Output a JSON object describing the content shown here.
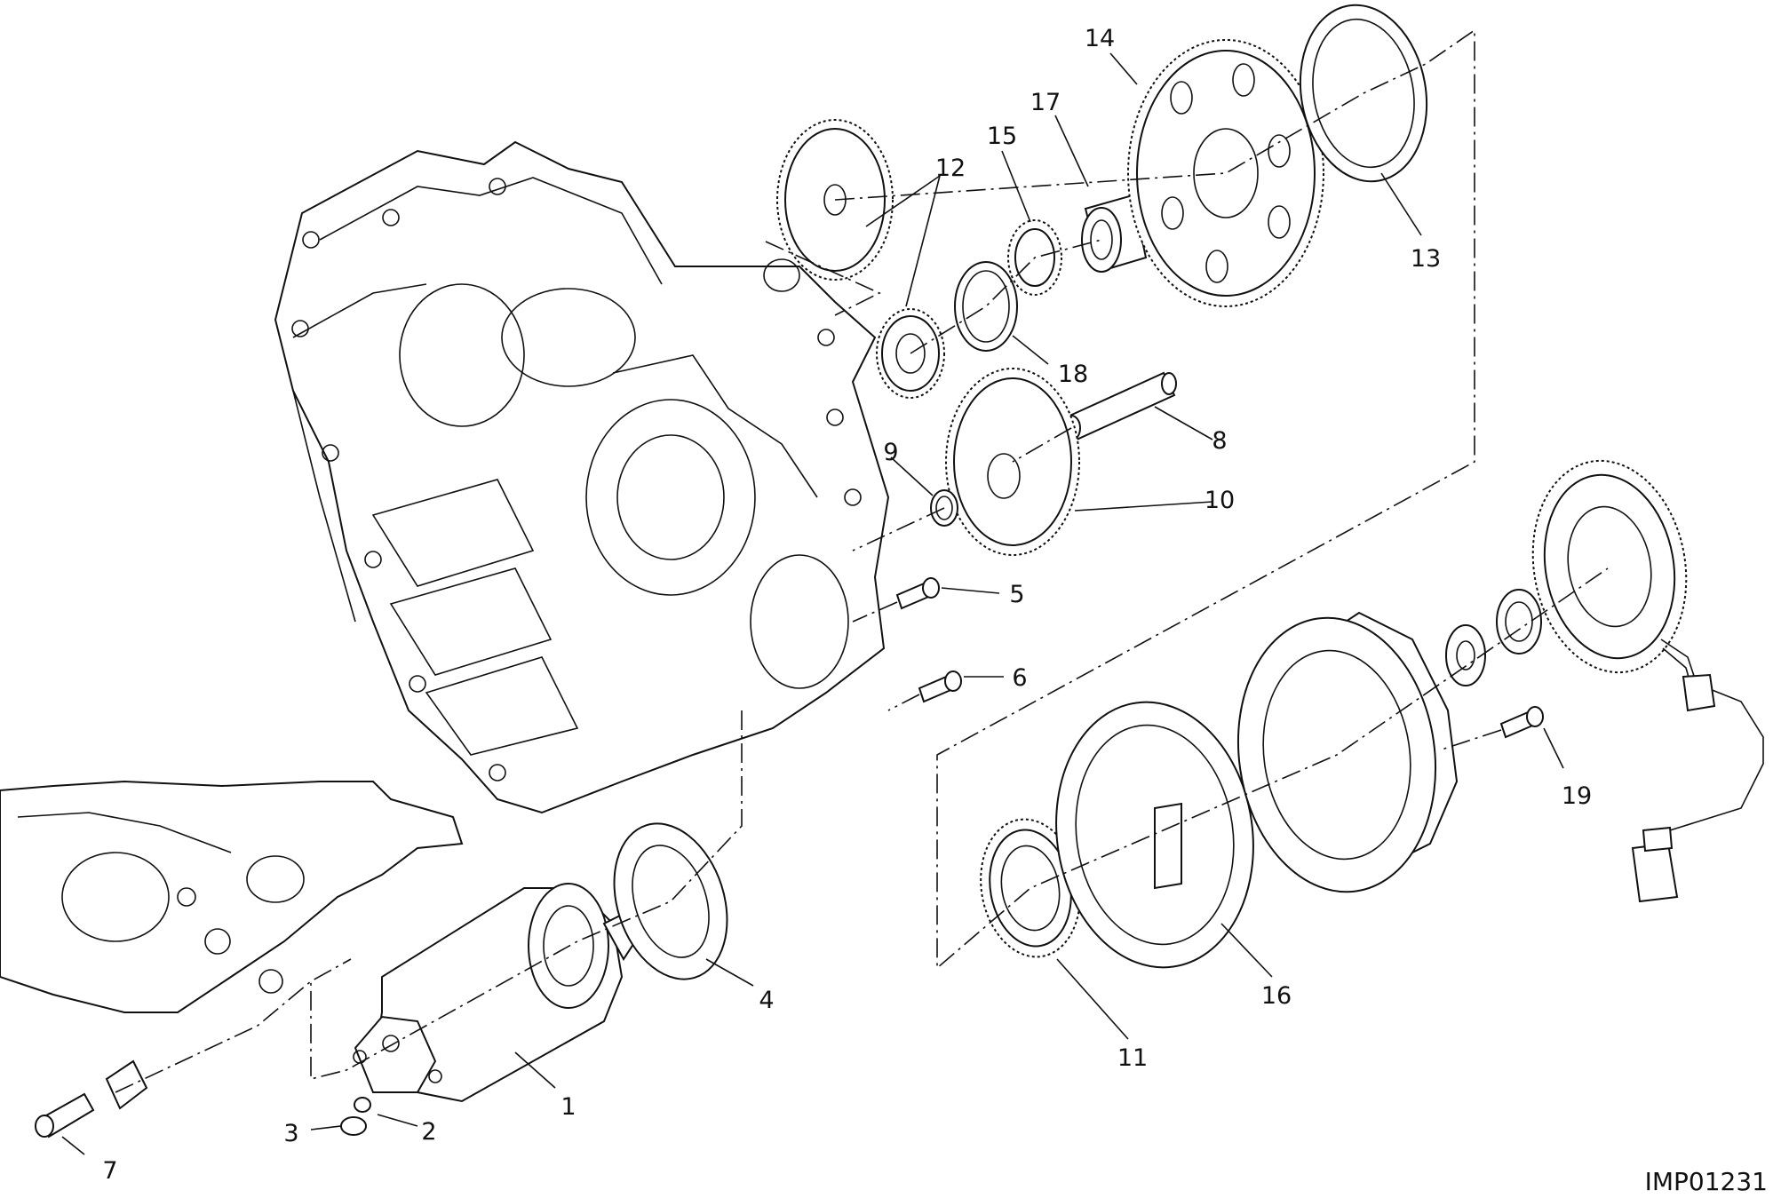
{
  "figure_ref": "IMP01231",
  "callouts": [
    {
      "n": "1"
    },
    {
      "n": "2"
    },
    {
      "n": "3"
    },
    {
      "n": "4"
    },
    {
      "n": "5"
    },
    {
      "n": "6"
    },
    {
      "n": "7"
    },
    {
      "n": "8"
    },
    {
      "n": "9"
    },
    {
      "n": "10"
    },
    {
      "n": "11"
    },
    {
      "n": "12"
    },
    {
      "n": "13"
    },
    {
      "n": "14"
    },
    {
      "n": "15"
    },
    {
      "n": "16"
    },
    {
      "n": "17"
    },
    {
      "n": "18"
    },
    {
      "n": "19"
    }
  ]
}
